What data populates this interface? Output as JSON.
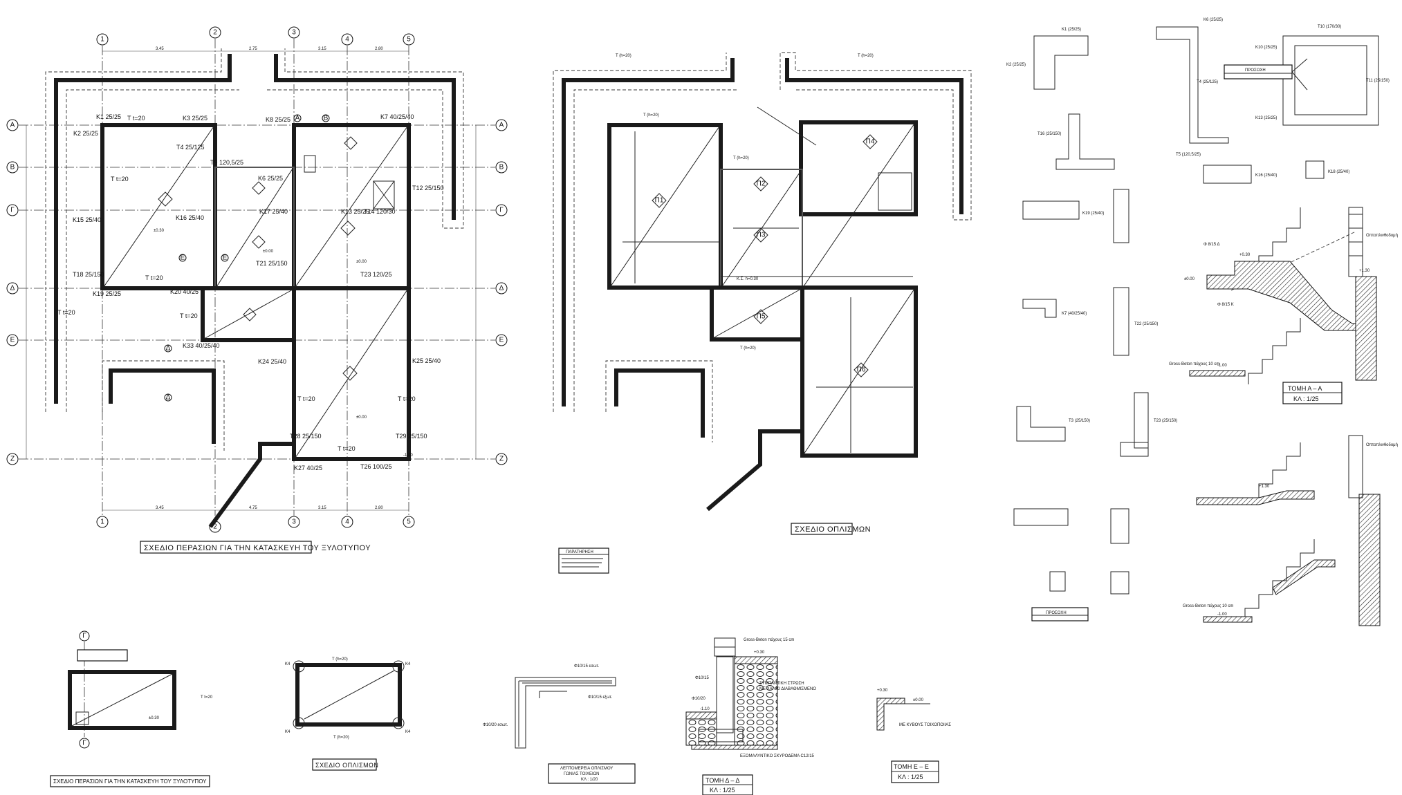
{
  "plan_formwork": {
    "title": "ΣΧΕΔΙΟ ΠΕΡΑΣΙΩΝ ΓΙΑ ΤΗΝ ΚΑΤΑΣΚΕΥΗ ΤΟΥ ΞΥΛΟΤΥΠΟΥ",
    "grid_columns": [
      "1",
      "2",
      "3",
      "4",
      "5"
    ],
    "grid_rows": [
      "Α",
      "Β",
      "Γ",
      "Δ",
      "Ε",
      "Ζ"
    ],
    "elements": [
      "K1 25/25",
      "K3 25/25",
      "K2 25/25",
      "T4 25/125",
      "T9 120,5/25",
      "K6 25/25",
      "K8 25/25",
      "K7 40/25/40",
      "T12 25/150",
      "K13 25/25",
      "T14 120/30",
      "K16 25/40",
      "K15 25/40",
      "K17 25/40",
      "T21 25/150",
      "T18 25/150",
      "K19 25/25",
      "K20 40/25",
      "T23 120/25",
      "K33 40/25/40",
      "K24 25/40",
      "K25 25/40",
      "T28 25/150",
      "T29 25/150",
      "K27 40/25",
      "T26 100/25"
    ],
    "slab_labels": [
      "T t=20",
      "T t=20",
      "T t=20",
      "T t=20",
      "T t=20",
      "T t=20",
      "T t=20",
      "T t=20"
    ],
    "levels": [
      "±0.30",
      "±0.00",
      "±0.00",
      "±0.00",
      "-1.00"
    ],
    "section_marks": [
      "Ε",
      "Ε",
      "Δ",
      "Δ",
      "Α",
      "Β"
    ],
    "dims_top": [
      "3.45",
      "2.75",
      "3.15",
      "2.80"
    ],
    "dims_bottom": [
      "3.45",
      "4.75",
      "3.15",
      "2.80"
    ]
  },
  "plan_reinforcement": {
    "title": "ΣΧΕΔΙΟ ΟΠΛΙΣΜΩΝ",
    "note_title": "ΠΑΡΑΤΗΡΗΣΗ",
    "slab_tags": [
      "Π1",
      "Π2",
      "Π3",
      "Π4",
      "Π5",
      "Π6"
    ],
    "labels": [
      "T (h=20)",
      "T (h=20)",
      "T (h=20)",
      "T (h=20)",
      "Κ.Σ. h=0.30",
      "T (h=20)"
    ]
  },
  "column_details": {
    "attention_label": "ΠΡΟΣΟΧΗ",
    "labels": [
      "K1 (25/25)",
      "K2 (25/25)",
      "K6 (25/25)",
      "T4 (25/125)",
      "T5 (120,5/25)",
      "T10 (170/30)",
      "T11 (25/150)",
      "K10 (25/25)",
      "K13 (25/25)",
      "T16 (25/150)",
      "K16 (25/40)",
      "K18 (25/40)",
      "K19 (25/40)",
      "K7 (40/25/40)",
      "T22 (25/150)",
      "T3 (25/150)",
      "T23 (25/150)"
    ]
  },
  "stair_section": {
    "title": "ΤΟΜΗ Α – Α",
    "scale": "ΚΛ : 1/25",
    "levels": [
      "±0.00",
      "+0.30",
      "+1.30",
      "-1.00"
    ],
    "labels": [
      "Φ 8/15 Δ",
      "Φ 8/15 Κ",
      "Οπτοπλινθοδομή",
      "Gross-Beton πάχους 10 cm"
    ]
  },
  "stair_section_2": {
    "labels": [
      "Οπτοπλινθοδομή",
      "Gross-Beton πάχους 10 cm",
      "-1.00",
      "+1.30"
    ]
  },
  "small_plan": {
    "title": "ΣΧΕΔΙΟ ΠΕΡΑΣΙΩΝ ΓΙΑ ΤΗΝ ΚΑΤΑΣΚΕΥΗ ΤΟΥ ΞΥΛΟΤΥΠΟΥ",
    "grid_marks": [
      "Γ",
      "Γ"
    ],
    "labels": [
      "T t=20",
      "±0.30"
    ]
  },
  "small_reinforcement": {
    "title": "ΣΧΕΔΙΟ ΟΠΛΙΣΜΩΝ",
    "labels": [
      "T (h=20)",
      "T (h=20)",
      "K4",
      "K4",
      "K4",
      "K4"
    ]
  },
  "corner_detail": {
    "caption_line1": "ΛΕΠΤΟΜΕΡΕΙΑ ΟΠΛΙΣΜΟΥ",
    "caption_line2": "ΓΩΝΙΑΣ ΤΟΙΧΕΙΩΝ",
    "scale": "ΚΛ : 1/20",
    "labels": [
      "Φ10/15 εσωτ.",
      "Φ10/15 εξωτ.",
      "Φ10/20 εσωτ."
    ]
  },
  "section_dd": {
    "title": "ΤΟΜΗ Δ – Δ",
    "scale": "ΚΛ : 1/25",
    "labels": [
      "Gross-Beton πάχους 15 cm",
      "+0.30",
      "Φ10/15",
      "Φ10/20",
      "-1.10",
      "ΣΥΜΠΑΝΤΙΚΗ ΣΤΡΩΣΗ",
      "ΜΕ ΧΑΛΙΚΙ ΔΙΑΒΑΘΜΙΣΜΕΝΟ",
      "ΕΞΟΜΑΛΥΝΤΙΚΟ ΣΚΥΡΟΔΕΜΑ C12/15"
    ]
  },
  "section_ee": {
    "title": "ΤΟΜΗ Ε – Ε",
    "scale": "ΚΛ : 1/25",
    "labels": [
      "+0.30",
      "±0.00",
      "ΜΕ ΚΥΒΟΥΣ ΤΟΙΧΟΠΟΙΙΑΣ"
    ]
  }
}
